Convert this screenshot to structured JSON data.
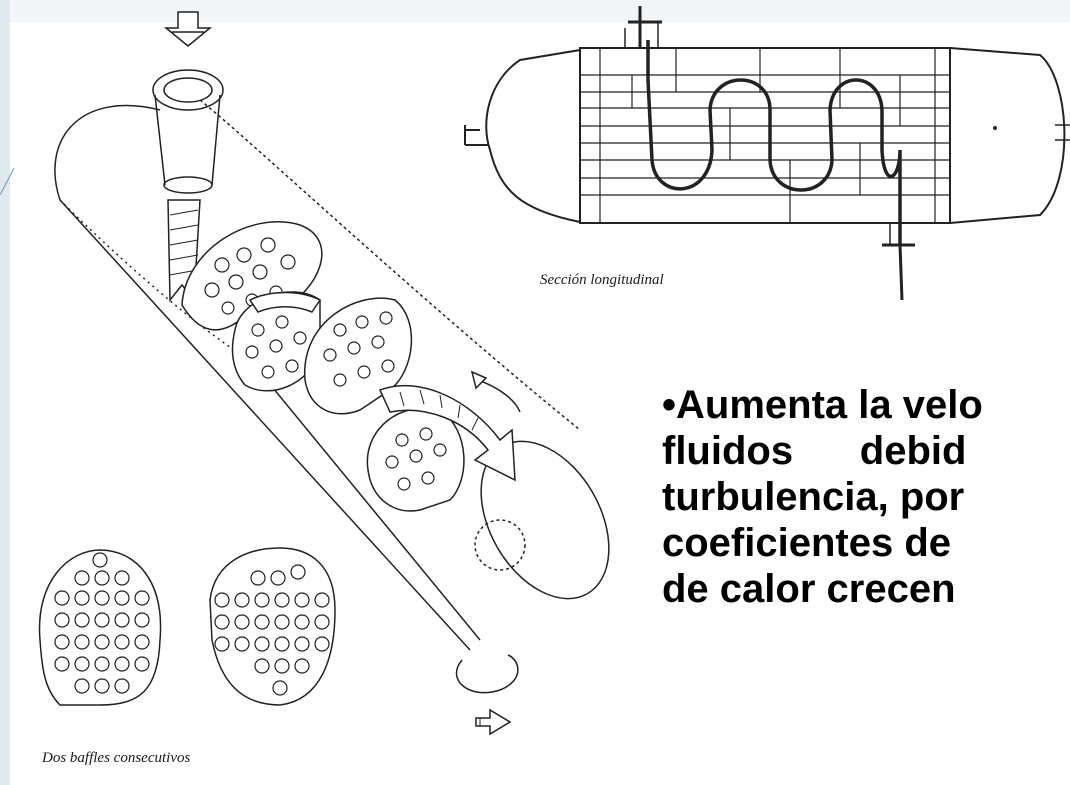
{
  "captions": {
    "longitudinal_section": "Sección longitudinal",
    "consecutive_baffles": "Dos baffles consecutivos"
  },
  "bullet": {
    "lines": [
      "•Aumenta la velo",
      "fluidos      debid",
      "turbulencia, por",
      "coeficientes de",
      "de calor crecen"
    ]
  }
}
